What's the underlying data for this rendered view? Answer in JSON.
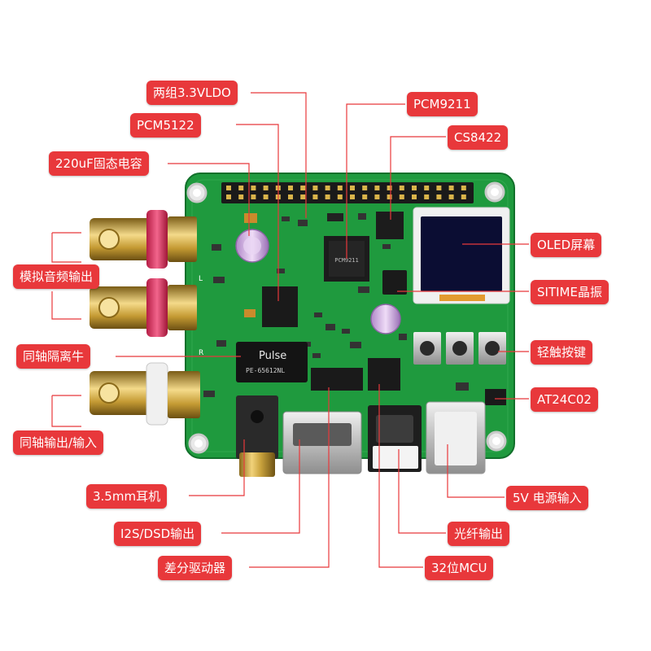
{
  "labels": {
    "ldo": "两组3.3VLDO",
    "pcm5122": "PCM5122",
    "cap220": "220uF固态电容",
    "analog_out": "模拟音频输出",
    "coax_transformer": "同轴隔离牛",
    "coax_io": "同轴输出/输入",
    "jack35": "3.5mm耳机",
    "i2s_dsd": "I2S/DSD输出",
    "diff_driver": "差分驱动器",
    "pcm9211": "PCM9211",
    "cs8422": "CS8422",
    "oled": "OLED屏幕",
    "sitime": "SITIME晶振",
    "buttons": "轻触按键",
    "at24c02": "AT24C02",
    "power_in": "5V 电源输入",
    "optical_out": "光纤输出",
    "mcu": "32位MCU"
  },
  "board_marks": {
    "transformer_brand": "Pulse",
    "transformer_part": "PE-65612NL",
    "rca_l": "L",
    "rca_r": "R"
  },
  "colors": {
    "callout_bg": "#e8383b",
    "callout_text": "#ffffff",
    "leader_line": "#e8383b",
    "pcb": "#1f9a3e",
    "pcb_dark": "#167a30"
  }
}
